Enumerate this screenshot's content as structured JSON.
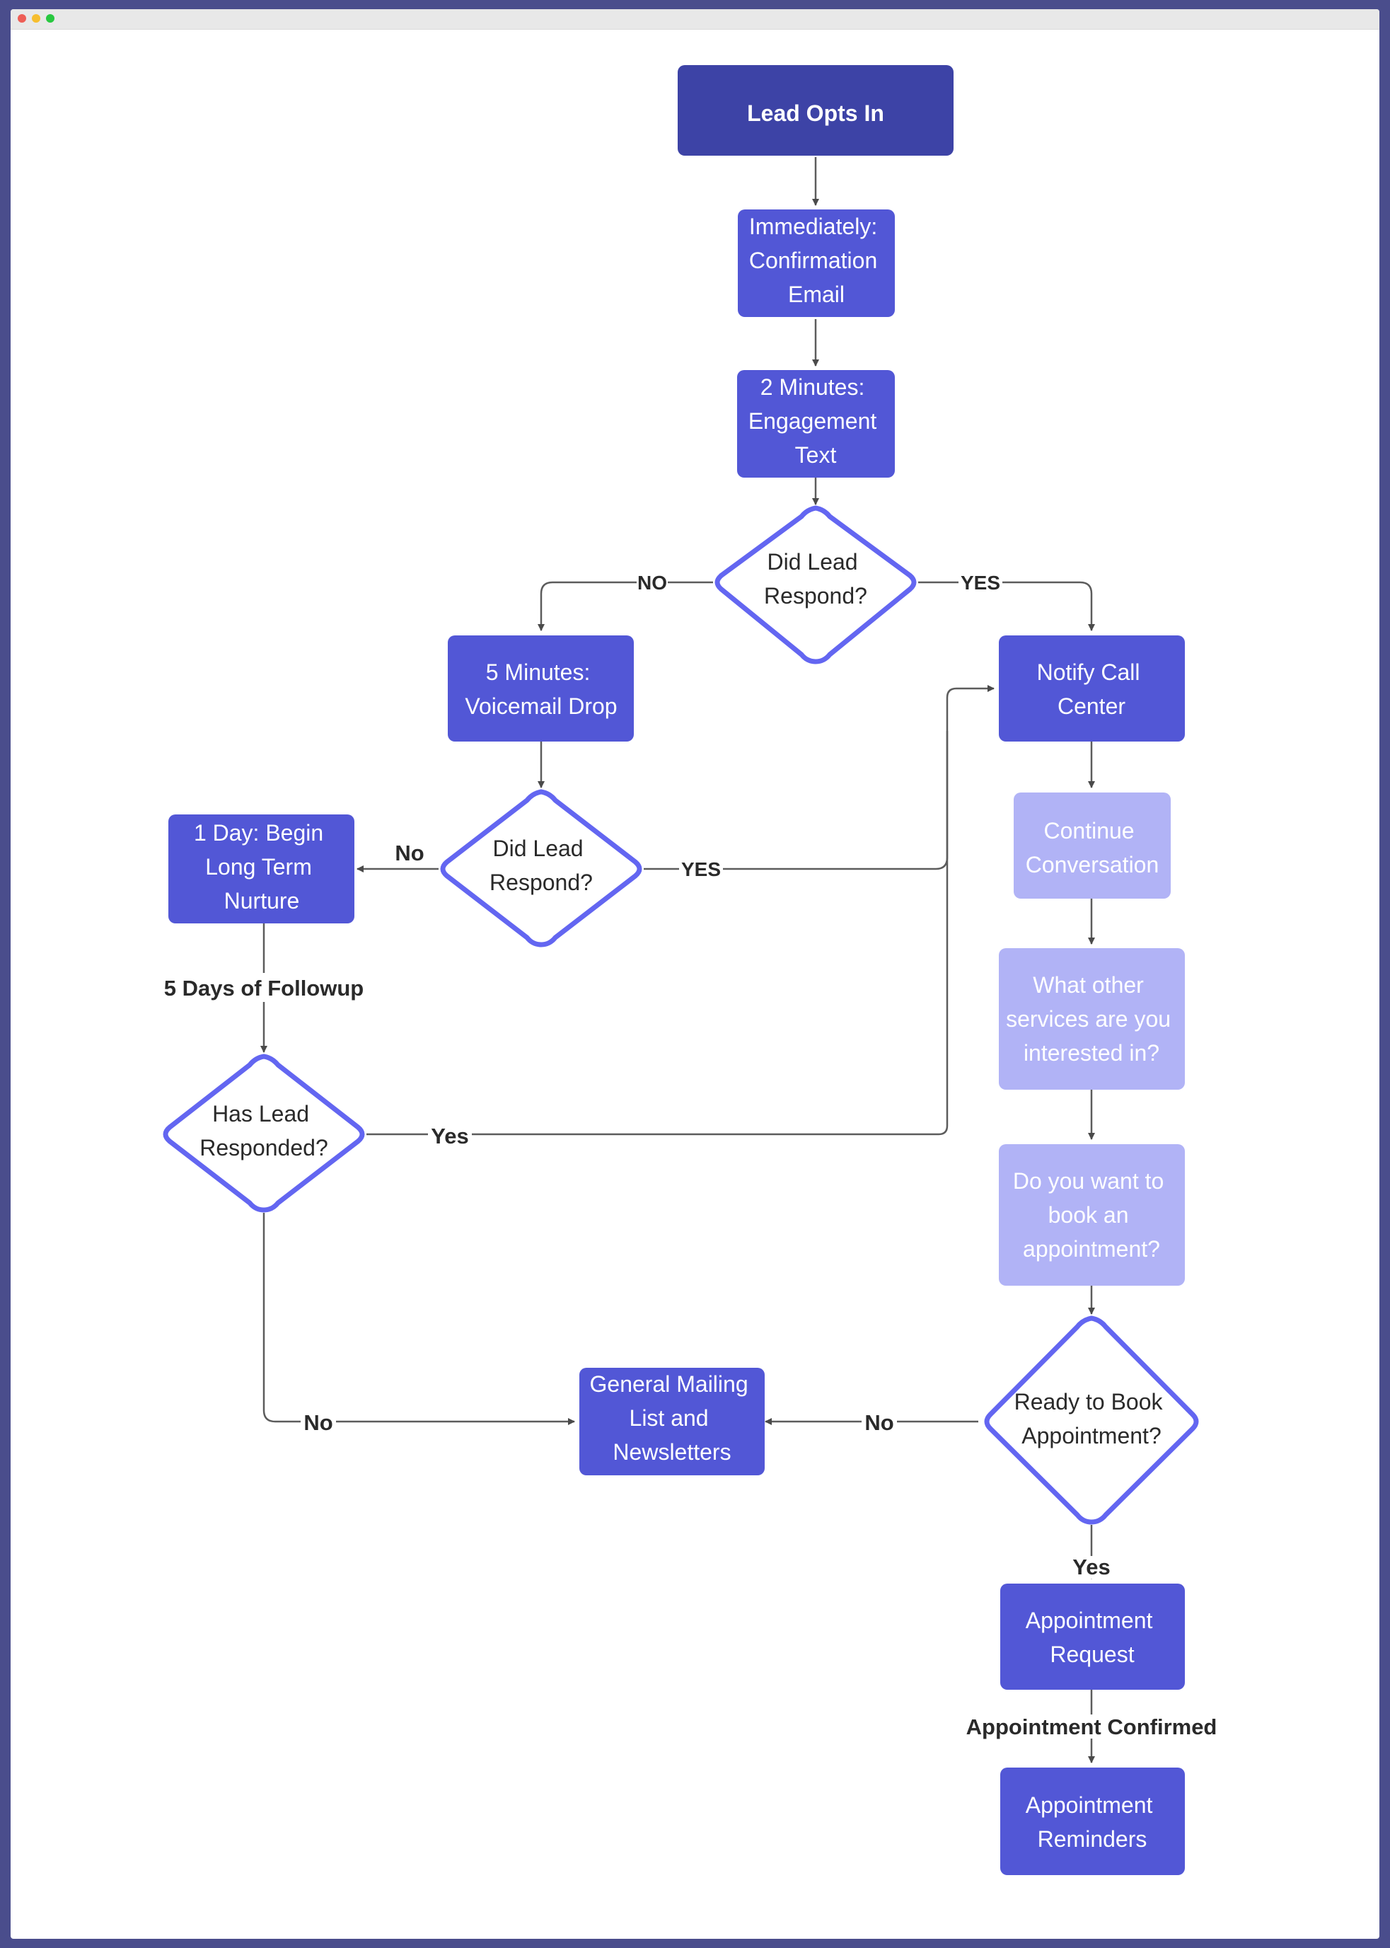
{
  "window": {
    "controls": [
      "close",
      "minimize",
      "maximize"
    ],
    "control_colors": [
      "#ee5e56",
      "#f6be2f",
      "#28c840"
    ]
  },
  "colors": {
    "box_dark": "#3d43a6",
    "box": "#5257d6",
    "box_light": "#b1b3f6",
    "diamond_stroke": "#6366f1",
    "edge": "#5c5c5c",
    "label": "#2a2a2a"
  },
  "nodes": {
    "lead_opts_in": {
      "label": [
        "Lead Opts In"
      ]
    },
    "confirmation_email": {
      "label": [
        "Immediately:",
        "Confirmation",
        "Email"
      ]
    },
    "engagement_text": {
      "label": [
        "2 Minutes:",
        "Engagement",
        "Text"
      ]
    },
    "did_lead_respond_1": {
      "label": [
        "Did Lead",
        "Respond?"
      ]
    },
    "voicemail_drop": {
      "label": [
        "5 Minutes:",
        "Voicemail Drop"
      ]
    },
    "notify_call_center": {
      "label": [
        "Notify Call",
        "Center"
      ]
    },
    "did_lead_respond_2": {
      "label": [
        "Did Lead",
        "Respond?"
      ]
    },
    "long_term_nurture": {
      "label": [
        "1 Day: Begin",
        "Long Term",
        "Nurture"
      ]
    },
    "continue_conversation": {
      "label": [
        "Continue",
        "Conversation"
      ]
    },
    "other_services": {
      "label": [
        "What other",
        "services are you",
        "interested in?"
      ]
    },
    "book_appointment_q": {
      "label": [
        "Do you want to",
        "book an",
        "appointment?"
      ]
    },
    "has_lead_responded": {
      "label": [
        "Has Lead",
        "Responded?"
      ]
    },
    "ready_to_book": {
      "label": [
        "Ready to Book",
        "Appointment?"
      ]
    },
    "general_mailing": {
      "label": [
        "General Mailing",
        "List and",
        "Newsletters"
      ]
    },
    "appointment_request": {
      "label": [
        "Appointment",
        "Request"
      ]
    },
    "appointment_reminders": {
      "label": [
        "Appointment",
        "Reminders"
      ]
    }
  },
  "edge_labels": {
    "no_1": "NO",
    "yes_1": "YES",
    "no_2": "No",
    "yes_2": "YES",
    "followup": "5 Days of Followup",
    "yes_3": "Yes",
    "no_3": "No",
    "no_4": "No",
    "yes_4": "Yes",
    "confirmed": "Appointment Confirmed"
  }
}
